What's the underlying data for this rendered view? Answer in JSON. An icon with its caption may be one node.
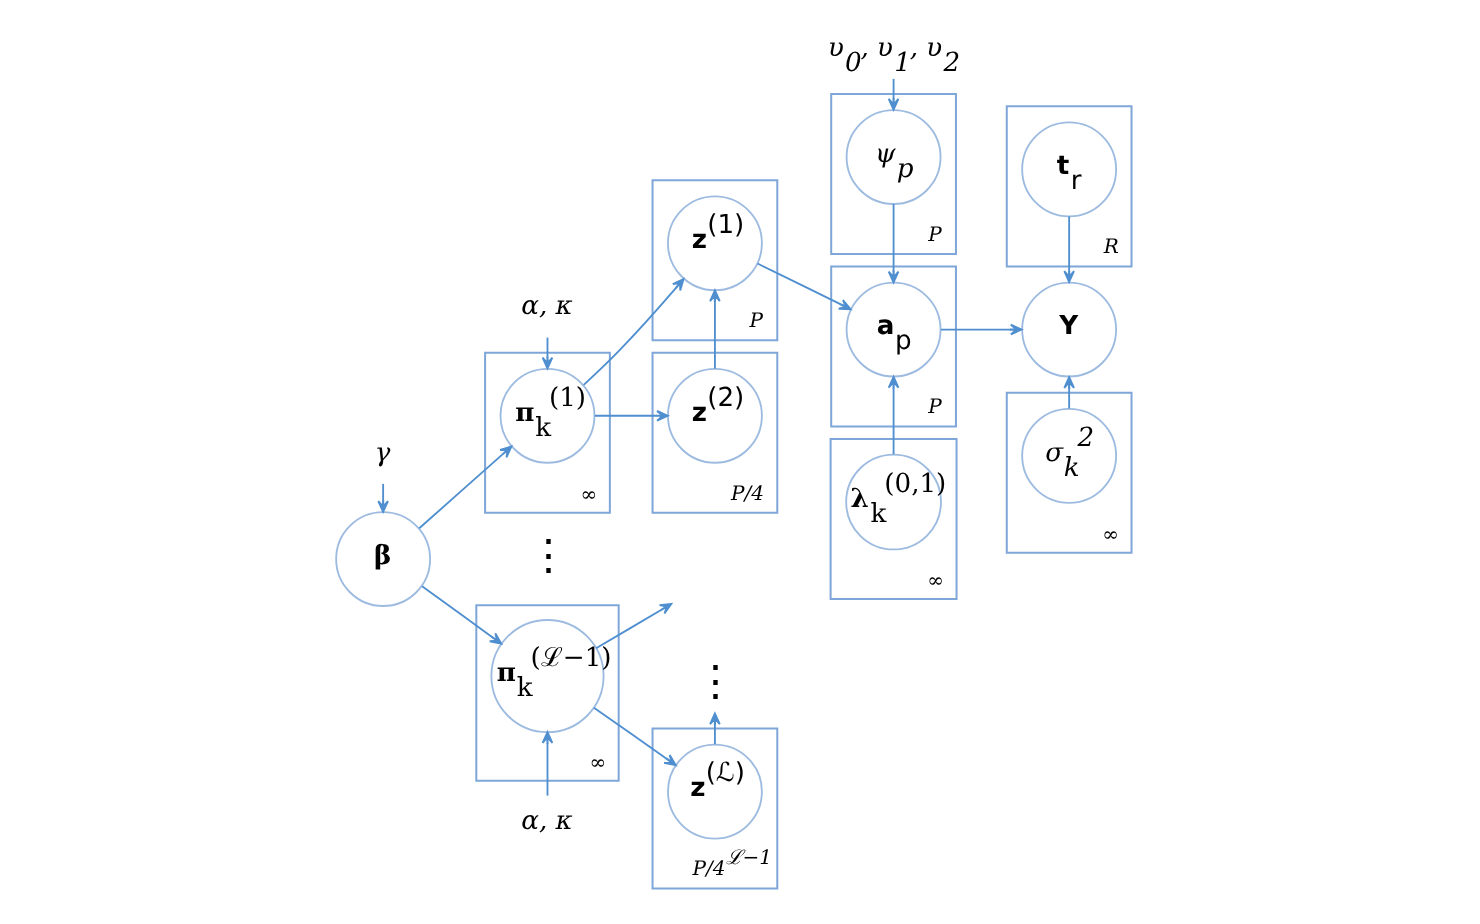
{
  "diagram": {
    "nodes": [
      {
        "text": [
          "γ"
        ]
      },
      {
        "text": [
          "**β**"
        ]
      },
      {
        "text": [
          "α, κ"
        ]
      },
      {
        "text": [
          "∞"
        ]
      },
      {
        "text": [
          "**π**$_{k}$$^{(1)}$"
        ],
        "in": 3
      },
      {
        "text": [
          "∞"
        ]
      },
      {
        "text": [
          "**π**$_{k}$$^{(ℒ−1)}$"
        ],
        "in": 5
      },
      {
        "text": [
          "α, κ"
        ]
      },
      {
        "text": [
          "P"
        ]
      },
      {
        "text": [
          "**z**$^{(1)}$"
        ],
        "in": 8
      },
      {
        "text": [
          "P/4"
        ]
      },
      {
        "text": [
          "**z**$^{(2)}$"
        ],
        "in": 10
      },
      {
        "text": [
          "⋮"
        ]
      },
      {
        "text": [
          "P/4$^{ℒ−1}$"
        ]
      },
      {
        "text": [
          "**z**$^{(ℒ)}$"
        ],
        "in": 13
      },
      {
        "text": [
          "υ$_{0}$, υ$_{1}$, υ$_{2}$"
        ]
      },
      {
        "text": [
          "P"
        ]
      },
      {
        "text": [
          "ψ$_{p}$"
        ],
        "in": 16
      },
      {
        "text": [
          "P"
        ]
      },
      {
        "text": [
          "**a**$_{p}$"
        ],
        "in": 18
      },
      {
        "text": [
          "∞"
        ]
      },
      {
        "text": [
          "**λ**$_{k}$$^{(0,1)}$"
        ],
        "in": 20
      },
      {
        "text": [
          "R"
        ]
      },
      {
        "text": [
          "**t**$_{r}$"
        ],
        "in": 22
      },
      {
        "text": [
          "**Y**"
        ]
      },
      {
        "text": [
          "∞"
        ]
      },
      {
        "text": [
          "σ$_{k}$$^{2}$"
        ],
        "in": 25
      }
    ],
    "edges": [
      {
        "from": 0,
        "to": 1,
        "arrow": "to"
      },
      {
        "from": 1,
        "to": 4,
        "arrow": "to"
      },
      {
        "from": 1,
        "to": 6,
        "arrow": "to"
      },
      {
        "from": 2,
        "to": 4,
        "arrow": "to"
      },
      {
        "from": 7,
        "to": 6,
        "arrow": "to"
      },
      {
        "from": 4,
        "to": 9,
        "arrow": "to"
      },
      {
        "from": 4,
        "to": 11,
        "arrow": "to"
      },
      {
        "from": 6,
        "to": null,
        "arrow": "to"
      },
      {
        "from": 6,
        "to": 14,
        "arrow": "to"
      },
      {
        "from": 11,
        "to": 9,
        "arrow": "to"
      },
      {
        "from": 14,
        "to": 12,
        "arrow": "to"
      },
      {
        "from": 9,
        "to": 19,
        "arrow": "to"
      },
      {
        "from": 15,
        "to": 17,
        "arrow": "to"
      },
      {
        "from": 17,
        "to": 19,
        "arrow": "to"
      },
      {
        "from": 21,
        "to": 19,
        "arrow": "to"
      },
      {
        "from": 19,
        "to": 24,
        "arrow": "to"
      },
      {
        "from": 23,
        "to": 24,
        "arrow": "to"
      },
      {
        "from": 26,
        "to": 24,
        "arrow": "to"
      }
    ],
    "labels": [
      "⋮"
    ]
  }
}
